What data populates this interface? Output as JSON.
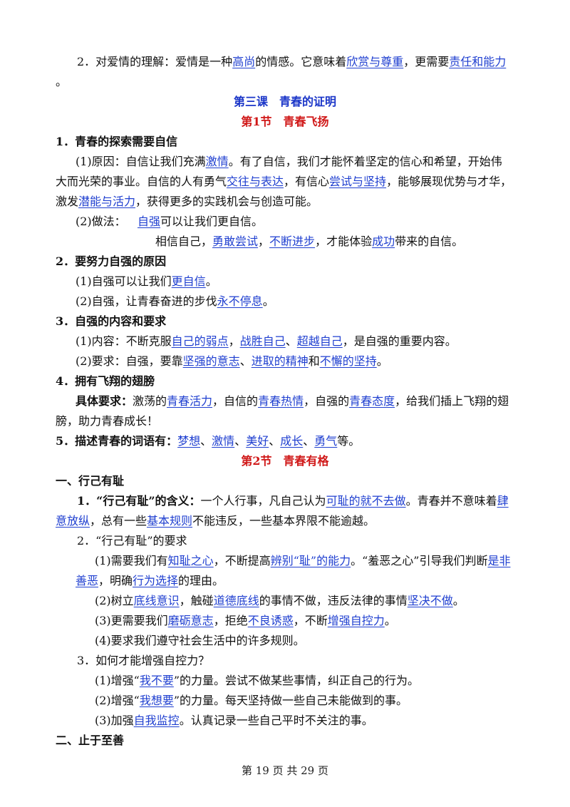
{
  "lines": [
    [
      {
        "t": "2．对爱情的理解：爱情是一种"
      },
      {
        "t": "高尚",
        "u": 1
      },
      {
        "t": "的情感。它意味着"
      },
      {
        "t": "欣赏与尊重",
        "u": 1
      },
      {
        "t": "，更需要"
      },
      {
        "t": "责任和能力",
        "u": 1
      }
    ],
    [
      {
        "t": "。"
      }
    ],
    [
      {
        "t": "1．青春的探索需要自信"
      }
    ],
    [
      {
        "t": "(1)原因：自信让我们充满"
      },
      {
        "t": "激情",
        "u": 1
      },
      {
        "t": "。有了自信，我们才能怀着坚定的信心和希望，开始伟"
      }
    ],
    [
      {
        "t": "大而光荣的事业。自信的人有勇气"
      },
      {
        "t": "交往与表达",
        "u": 1
      },
      {
        "t": "，有信心"
      },
      {
        "t": "尝试与坚持",
        "u": 1
      },
      {
        "t": "，能够展现优势与才华，"
      }
    ],
    [
      {
        "t": "激发"
      },
      {
        "t": "潜能与活力",
        "u": 1
      },
      {
        "t": "，获得更多的实践机会与创造可能。"
      }
    ],
    [
      {
        "t": "(2)做法："
      }
    ],
    [
      {
        "t": "自强",
        "u": 1
      },
      {
        "t": "可以让我们更自信。"
      }
    ],
    [
      {
        "t": "相信自己，"
      },
      {
        "t": "勇敢尝试",
        "u": 1
      },
      {
        "t": "，"
      },
      {
        "t": "不断进步",
        "u": 1
      },
      {
        "t": "，才能体验"
      },
      {
        "t": "成功",
        "u": 1
      },
      {
        "t": "带来的自信。"
      }
    ],
    [
      {
        "t": "2．要努力自强的原因"
      }
    ],
    [
      {
        "t": "(1)自强可以让我们"
      },
      {
        "t": "更自信",
        "u": 1
      },
      {
        "t": "。"
      }
    ],
    [
      {
        "t": "(2)自强，让青春奋进的步伐"
      },
      {
        "t": "永不停息",
        "u": 1
      },
      {
        "t": "。"
      }
    ],
    [
      {
        "t": "3．自强的内容和要求"
      }
    ],
    [
      {
        "t": "(1)内容：不断克服"
      },
      {
        "t": "自己的弱点",
        "u": 1
      },
      {
        "t": "，"
      },
      {
        "t": "战胜自己",
        "u": 1
      },
      {
        "t": "、"
      },
      {
        "t": "超越自己",
        "u": 1
      },
      {
        "t": "，是自强的重要内容。"
      }
    ],
    [
      {
        "t": "(2)要求：自强，要靠"
      },
      {
        "t": "坚强的意志",
        "u": 1
      },
      {
        "t": "、"
      },
      {
        "t": "进取的精神",
        "u": 1
      },
      {
        "t": "和"
      },
      {
        "t": "不懈的坚持",
        "u": 1
      },
      {
        "t": "。"
      }
    ],
    [
      {
        "t": "4．拥有飞翔的翅膀"
      }
    ],
    [
      {
        "t": "具体要求：",
        "b": 1
      },
      {
        "t": "激荡的"
      },
      {
        "t": "青春活力",
        "u": 1
      },
      {
        "t": "，自信的"
      },
      {
        "t": "青春热情",
        "u": 1
      },
      {
        "t": "，自强的"
      },
      {
        "t": "青春态度",
        "u": 1
      },
      {
        "t": "，给我们插上飞翔的翅"
      }
    ],
    [
      {
        "t": "膀，助力青春成长！"
      }
    ],
    [
      {
        "t": "5．描述青春的词语有：",
        "b": 1
      },
      {
        "t": "梦想",
        "u": 1
      },
      {
        "t": "、"
      },
      {
        "t": "激情",
        "u": 1
      },
      {
        "t": "、"
      },
      {
        "t": "美好",
        "u": 1
      },
      {
        "t": "、"
      },
      {
        "t": "成长",
        "u": 1
      },
      {
        "t": "、"
      },
      {
        "t": "勇气",
        "u": 1
      },
      {
        "t": "等。"
      }
    ],
    [
      {
        "t": "一、行己有耻"
      }
    ],
    [
      {
        "t": "1．“行己有耻”的含义：",
        "b": 1
      },
      {
        "t": "一个人行事，凡自己认为"
      },
      {
        "t": "可耻的就不去做",
        "u": 1
      },
      {
        "t": "。青春并不意味着"
      },
      {
        "t": "肆",
        "u": 1
      }
    ],
    [
      {
        "t": "意放纵",
        "u": 1
      },
      {
        "t": "，总有一些"
      },
      {
        "t": "基本规则",
        "u": 1
      },
      {
        "t": "不能违反，一些基本界限不能逾越。"
      }
    ],
    [
      {
        "t": "2．“行己有耻”的要求"
      }
    ],
    [
      {
        "t": "(1)需要我们有"
      },
      {
        "t": "知耻之心",
        "u": 1
      },
      {
        "t": "，不断提高"
      },
      {
        "t": "辨别“耻”的能力",
        "u": 1
      },
      {
        "t": "。“羞恶之心”引导我们判断"
      },
      {
        "t": "是非",
        "u": 1
      }
    ],
    [
      {
        "t": "善恶",
        "u": 1
      },
      {
        "t": "，明确"
      },
      {
        "t": "行为选择",
        "u": 1
      },
      {
        "t": "的理由。"
      }
    ],
    [
      {
        "t": "(2)树立"
      },
      {
        "t": "底线意识",
        "u": 1
      },
      {
        "t": "，触碰"
      },
      {
        "t": "道德底线",
        "u": 1
      },
      {
        "t": "的事情不做，违反法律的事情"
      },
      {
        "t": "坚决不做",
        "u": 1
      },
      {
        "t": "。"
      }
    ],
    [
      {
        "t": "(3)更需要我们"
      },
      {
        "t": "磨砺意志",
        "u": 1
      },
      {
        "t": "，拒绝"
      },
      {
        "t": "不良诱惑",
        "u": 1
      },
      {
        "t": "，不断"
      },
      {
        "t": "增强自控力",
        "u": 1
      },
      {
        "t": "。"
      }
    ],
    [
      {
        "t": "(4)要求我们遵守社会生活中的许多规则。"
      }
    ],
    [
      {
        "t": "3．如何才能增强自控力？"
      }
    ],
    [
      {
        "t": "(1)增强“"
      },
      {
        "t": "我不要",
        "u": 1
      },
      {
        "t": "”的力量。尝试不做某些事情，纠正自己的行为。"
      }
    ],
    [
      {
        "t": "(2)增强“"
      },
      {
        "t": "我想要",
        "u": 1
      },
      {
        "t": "”的力量。每天坚持做一些自己未能做到的事。"
      }
    ],
    [
      {
        "t": "(3)加强"
      },
      {
        "t": "自我监控",
        "u": 1
      },
      {
        "t": "。认真记录一些自己平时不关注的事。"
      }
    ],
    [
      {
        "t": "二、止于至善"
      }
    ]
  ],
  "headings": {
    "lesson": "第三课　青春的证明",
    "section1": "第1节　青春飞扬",
    "section2": "第2节　青春有格"
  },
  "footer": "第 19 页 共 29 页",
  "colors": {
    "underline_text": "#1f3fd0",
    "lesson_heading": "#1a35c8",
    "section_heading": "#d01818"
  }
}
